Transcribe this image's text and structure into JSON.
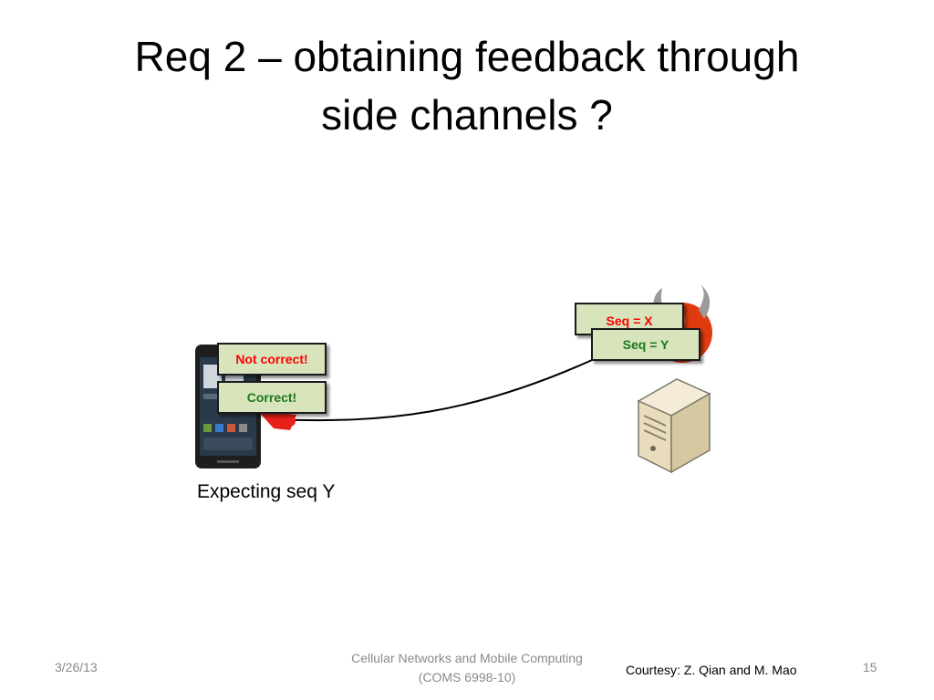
{
  "slide": {
    "title_line1": "Req 2 – obtaining feedback through",
    "title_line2": "side channels ?",
    "caption": "Expecting seq Y"
  },
  "messages": {
    "not_correct": "Not correct!",
    "correct": "Correct!",
    "seq_x": "Seq = X",
    "seq_y": "Seq = Y"
  },
  "footer": {
    "date": "3/26/13",
    "course_line1": "Cellular Networks and Mobile Computing",
    "course_line2": "(COMS 6998-10)",
    "courtesy": "Courtesy: Z. Qian and M. Mao",
    "page": "15"
  },
  "icons": [
    "smartphone-icon",
    "devil-attacker-icon",
    "server-icon"
  ],
  "colors": {
    "message_bg": "#d8e4bc",
    "error_text": "#ff0000",
    "ok_text": "#1a7a1a",
    "footer_text": "#8a8a8a"
  }
}
